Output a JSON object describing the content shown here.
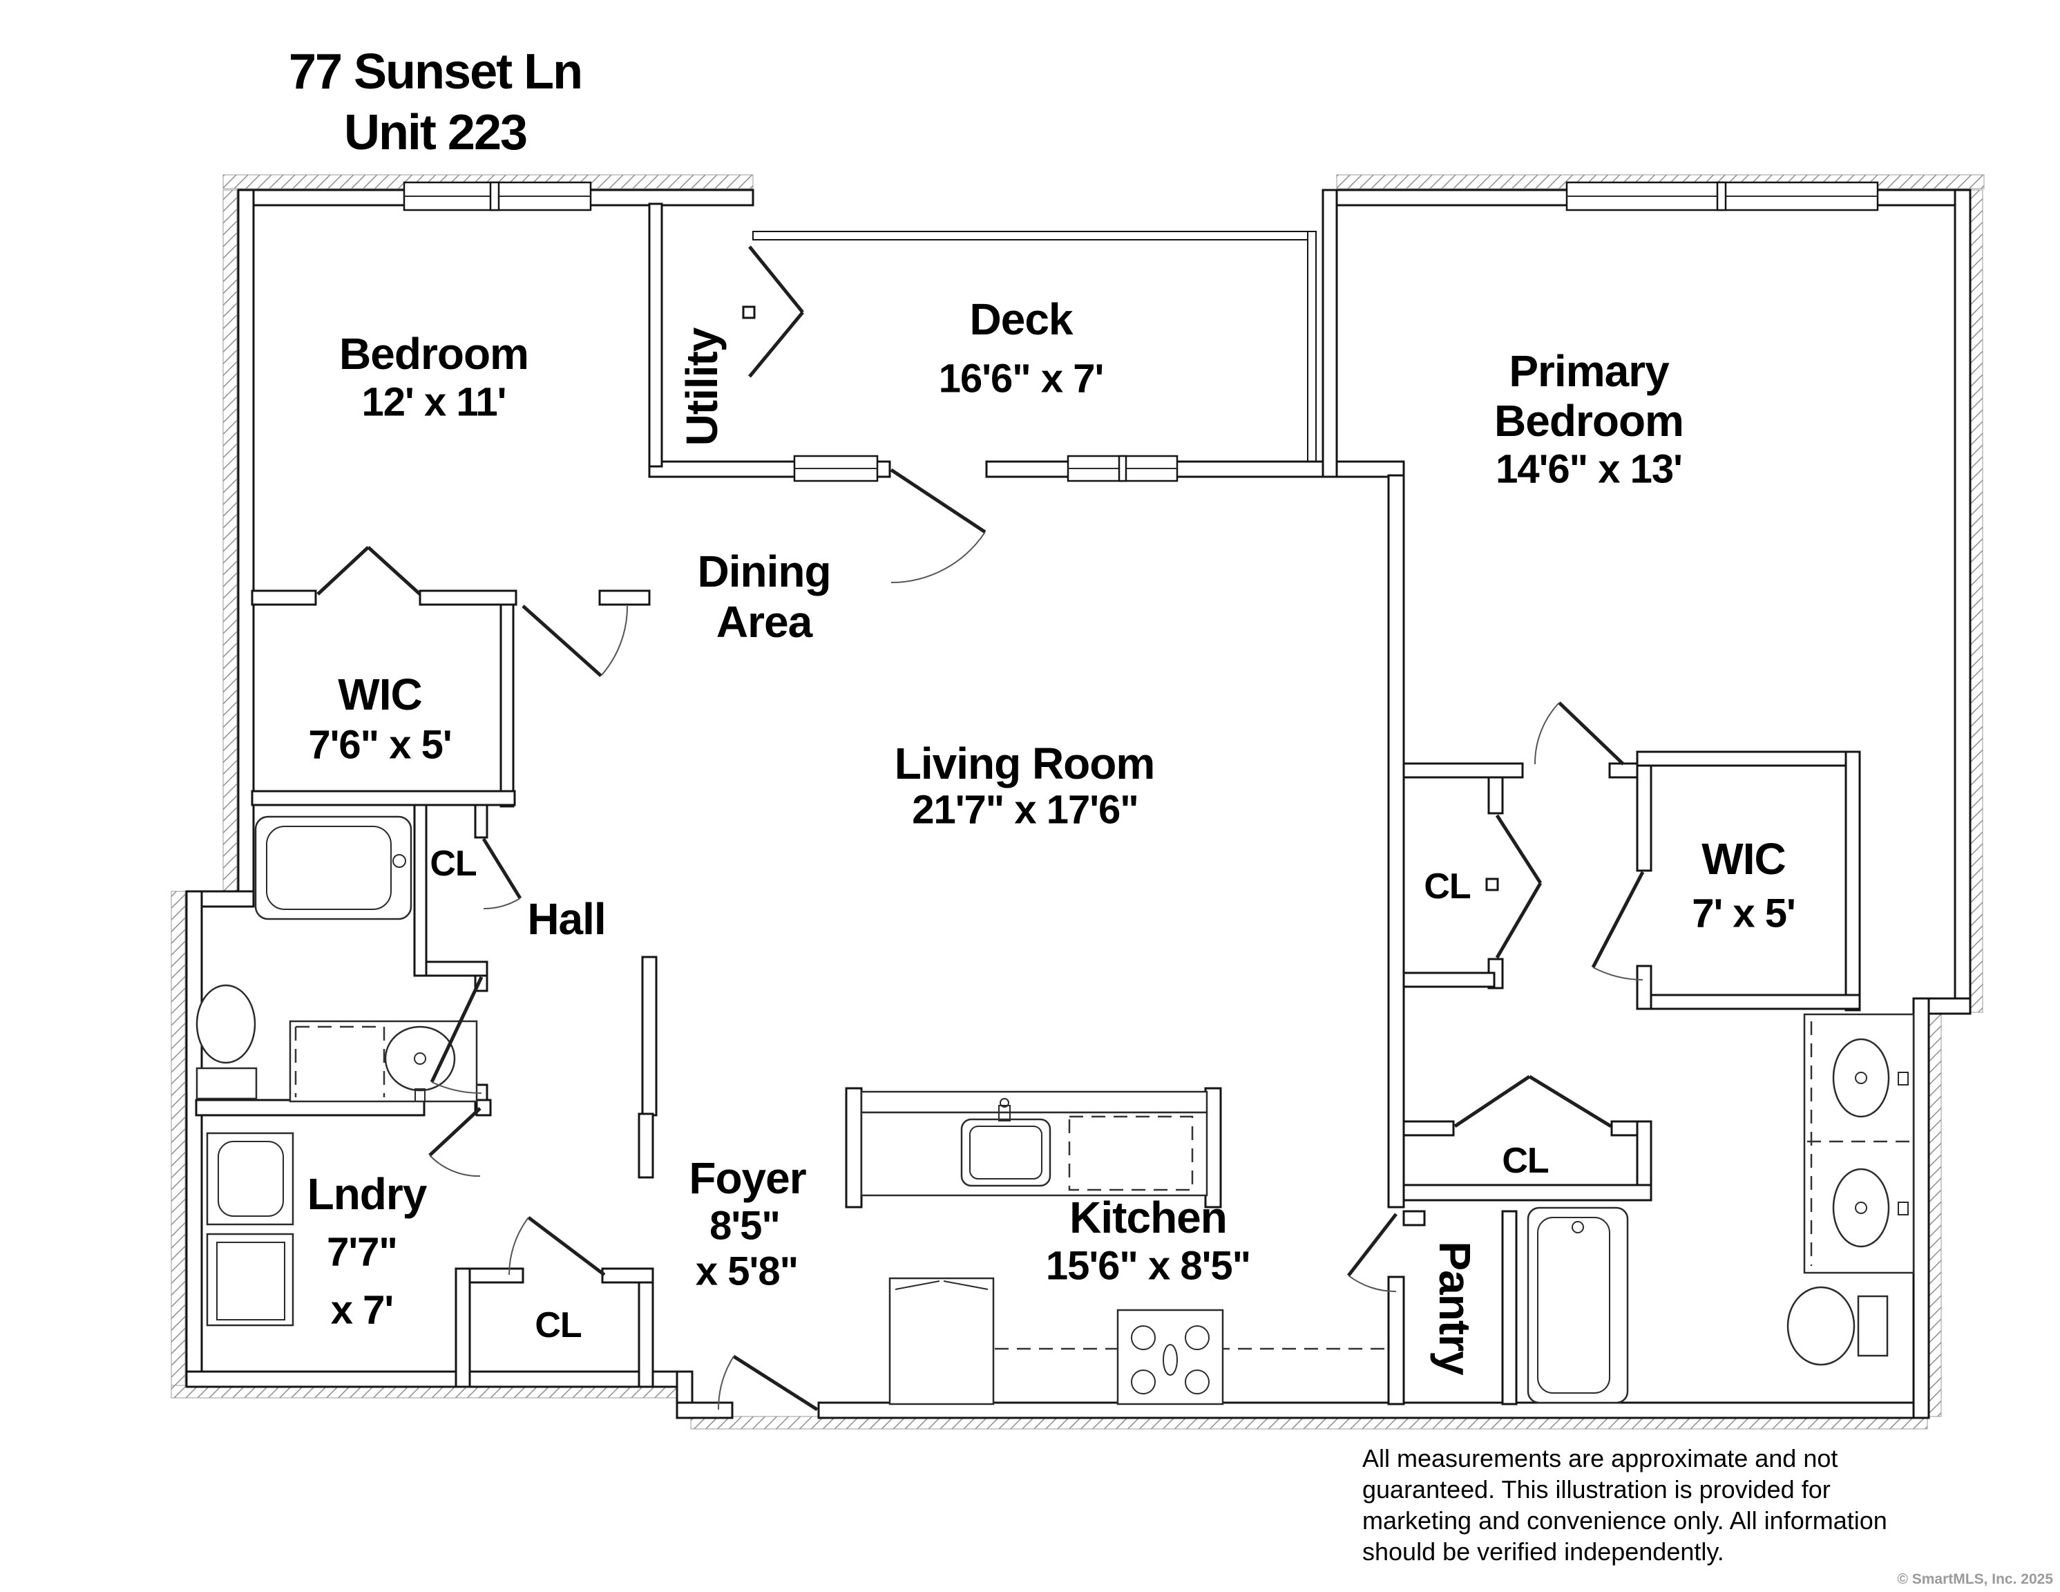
{
  "title": {
    "line1": "77 Sunset Ln",
    "line2": "Unit 223"
  },
  "rooms": {
    "bedroom": {
      "name": "Bedroom",
      "dims": "12' x 11'"
    },
    "utility": {
      "name": "Utility"
    },
    "deck": {
      "name": "Deck",
      "dims": "16'6\" x 7'"
    },
    "primary_bedroom": {
      "name_line1": "Primary",
      "name_line2": "Bedroom",
      "dims": "14'6\" x 13'"
    },
    "dining_area": {
      "name_line1": "Dining",
      "name_line2": "Area"
    },
    "wic_left": {
      "name": "WIC",
      "dims": "7'6\" x 5'"
    },
    "closet_hall_bath": {
      "name": "CL"
    },
    "hall": {
      "name": "Hall"
    },
    "living_room": {
      "name": "Living Room",
      "dims": "21'7\" x 17'6\""
    },
    "closet_primary": {
      "name": "CL"
    },
    "wic_right": {
      "name": "WIC",
      "dims": "7' x 5'"
    },
    "laundry": {
      "name": "Lndry",
      "dims_line1": "7'7\"",
      "dims_line2": "x 7'"
    },
    "closet_foyer": {
      "name": "CL"
    },
    "foyer": {
      "name": "Foyer",
      "dims_line1": "8'5\"",
      "dims_line2": "x 5'8\""
    },
    "kitchen": {
      "name": "Kitchen",
      "dims": "15'6\" x 8'5\""
    },
    "pantry": {
      "name": "Pantry"
    },
    "closet_primary_bath": {
      "name": "CL"
    }
  },
  "disclaimer": {
    "lines": [
      "All measurements are approximate and not",
      "guaranteed. This illustration is provided for",
      "marketing and convenience only. All information",
      "should be verified independently."
    ]
  },
  "watermark": "© SmartMLS, Inc.  2025",
  "colors": {
    "wall": "#141414",
    "hatchedge": "#9a9a9a",
    "text": "#000000",
    "watermark": "#9b9b9b"
  }
}
